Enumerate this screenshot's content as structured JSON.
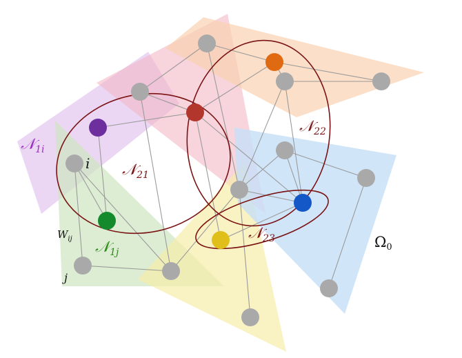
{
  "labels": {
    "n1i": {
      "main": "𝒩",
      "sub": "1i"
    },
    "n21": {
      "main": "𝒩",
      "sub": "21"
    },
    "n22": {
      "main": "𝒩",
      "sub": "22"
    },
    "n23": {
      "main": "𝒩",
      "sub": "23"
    },
    "n1j": {
      "main": "𝒩",
      "sub": "1j"
    },
    "omega": {
      "main": "Ω",
      "sub": "0"
    },
    "wij": {
      "main": "W",
      "sub": "ij"
    },
    "i": "i",
    "j": "j"
  },
  "colors": {
    "purple_region": "#e3c6ef",
    "pink_region": "#f4b7c4",
    "orange_region": "#f9d2b0",
    "green_region": "#cfe5c0",
    "yellow_region": "#f7ecaa",
    "blue_region": "#c6dff7",
    "ellipse": "#7a1414",
    "edge": "#9a9a9a",
    "gray_node": "#a9a9a9",
    "purple_node": "#6e2f9e",
    "red_node": "#b3362d",
    "orange_node": "#e06a12",
    "green_node": "#158a2c",
    "blue_node": "#1458c8",
    "yellow_node": "#e0bf1a",
    "n1i_text": "#9b2fc0",
    "n2_text": "#7a1414",
    "n1j_text": "#2e8a1a",
    "black_text": "#111111"
  }
}
